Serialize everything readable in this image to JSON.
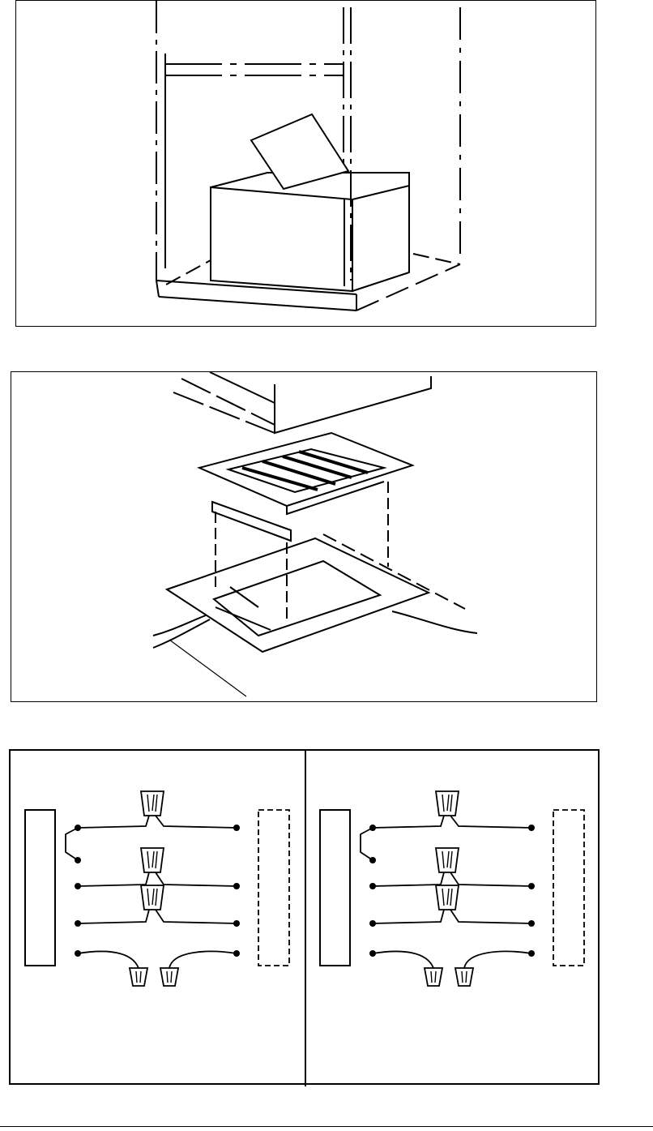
{
  "figures": [
    {
      "id": "appliance-in-cabinet",
      "description_visible_text": ""
    },
    {
      "id": "floor-register-exploded",
      "description_visible_text": ""
    },
    {
      "id": "wiring-diagrams",
      "description_visible_text": ""
    }
  ],
  "colors": {
    "ink": "#000000",
    "paper": "#ffffff"
  }
}
